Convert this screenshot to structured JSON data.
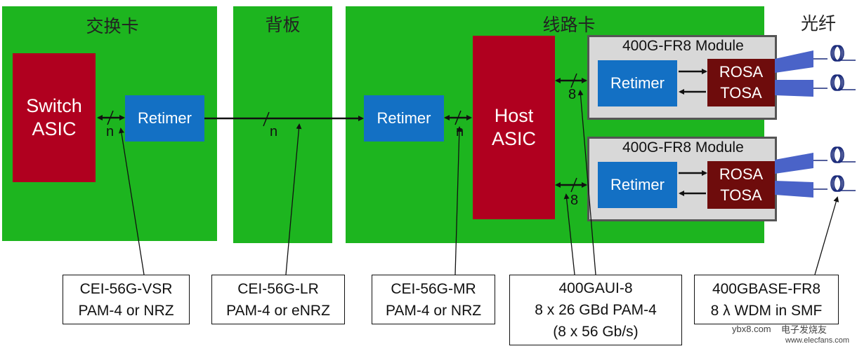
{
  "panels": {
    "switch_card": "交换卡",
    "backplane": "背板",
    "line_card": "线路卡",
    "fiber": "光纤"
  },
  "chips": {
    "switch_asic": [
      "Switch",
      "ASIC"
    ],
    "host_asic": [
      "Host",
      "ASIC"
    ],
    "retimer": "Retimer"
  },
  "modules": {
    "title": "400G-FR8 Module",
    "rosa": "ROSA",
    "tosa": "TOSA"
  },
  "lane_labels": {
    "n": "n",
    "eight": "8"
  },
  "callouts": [
    {
      "line1": "CEI-56G-VSR",
      "line2": "PAM-4 or NRZ"
    },
    {
      "line1": "CEI-56G-LR",
      "line2": "PAM-4 or eNRZ"
    },
    {
      "line1": "CEI-56G-MR",
      "line2": "PAM-4 or NRZ"
    },
    {
      "line1": "400GAUI-8",
      "line2": "8 x 26 GBd PAM-4",
      "line3": "(8 x 56 Gb/s)"
    },
    {
      "line1": "400GBASE-FR8",
      "line2": "8 λ WDM in SMF"
    }
  ],
  "watermark": {
    "site": "ybx8.com",
    "brand": "电子发烧友",
    "url": "www.elecfans.com"
  },
  "colors": {
    "panel": "#1db51f",
    "asic": "#b0001f",
    "retimer": "#1370c4",
    "rosa_tosa": "#6e0c0c",
    "fiber_cone": "#4a63c8",
    "module": "#d8d8d8"
  }
}
